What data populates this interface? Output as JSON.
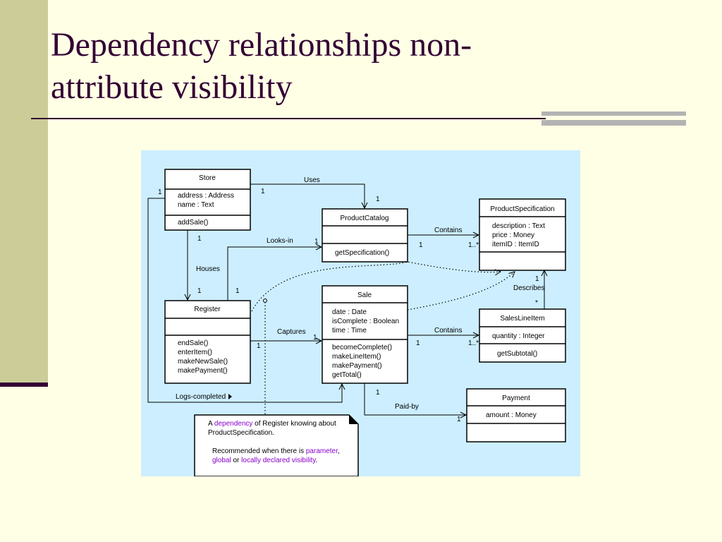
{
  "slide": {
    "title_line1": "Dependency relationships non-",
    "title_line2": "attribute visibility"
  },
  "classes": {
    "store": {
      "name": "Store",
      "attrs": [
        "address : Address",
        "name : Text"
      ],
      "ops": [
        "addSale()"
      ]
    },
    "product_catalog": {
      "name": "ProductCatalog",
      "attrs": [],
      "ops": [
        "getSpecification()"
      ]
    },
    "product_specification": {
      "name": "ProductSpecification",
      "attrs": [
        "description : Text",
        "price : Money",
        "itemID : ItemID"
      ],
      "ops": []
    },
    "register": {
      "name": "Register",
      "attrs": [],
      "ops": [
        "endSale()",
        "enterItem()",
        "makeNewSale()",
        "makePayment()"
      ]
    },
    "sale": {
      "name": "Sale",
      "attrs": [
        "date : Date",
        "isComplete : Boolean",
        "time : Time"
      ],
      "ops": [
        "becomeComplete()",
        "makeLineItem()",
        "makePayment()",
        "getTotal()"
      ]
    },
    "sales_line_item": {
      "name": "SalesLineItem",
      "attrs": [
        "quantity : Integer"
      ],
      "ops": [
        "getSubtotal()"
      ]
    },
    "payment": {
      "name": "Payment",
      "attrs": [
        "amount : Money"
      ],
      "ops": []
    }
  },
  "associations": {
    "uses": "Uses",
    "looks_in": "Looks-in",
    "houses": "Houses",
    "contains_catalog": "Contains",
    "contains_sale": "Contains",
    "describes": "Describes",
    "captures": "Captures",
    "logs_completed": "Logs-completed",
    "paid_by": "Paid-by"
  },
  "multiplicities": {
    "one": "1",
    "one_many": "1..*",
    "many": "*"
  },
  "note": {
    "line1_a": "A ",
    "line1_hl": "dependency",
    "line1_b": " of Register knowing about",
    "line2": "ProductSpecification.",
    "line3_a": "Recommended when there is ",
    "line3_hl": "parameter",
    "line3_b": ",",
    "line4_hl1": "global",
    "line4_a": " or ",
    "line4_hl2": "locally declared visibility",
    "line4_b": "."
  },
  "colors": {
    "background": "#ffffe5",
    "sidebar": "#cccc99",
    "title": "#330033",
    "diagram_bg": "#cceeff",
    "highlight": "#8800cc"
  }
}
